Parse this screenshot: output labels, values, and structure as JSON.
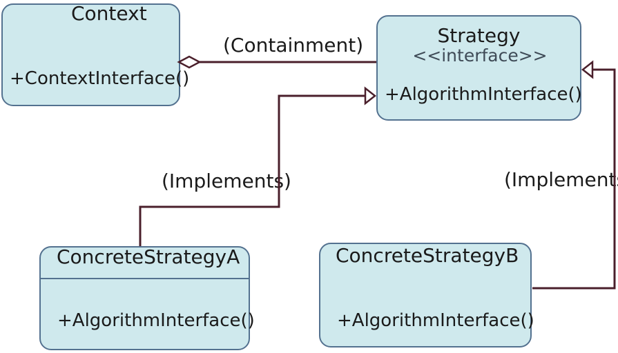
{
  "classes": [
    {
      "name": "Context",
      "stereotype": "",
      "method": "+ContextInterface()"
    },
    {
      "name": "Strategy",
      "stereotype": "<<interface>>",
      "method": "+AlgorithmInterface()"
    },
    {
      "name": "ConcreteStrategyA",
      "stereotype": "",
      "method": "+AlgorithmInterface()"
    },
    {
      "name": "ConcreteStrategyB",
      "stereotype": "",
      "method": "+AlgorithmInterface()"
    }
  ],
  "relationships": [
    {
      "label": "(Containment)",
      "type": "aggregation",
      "from": "Context",
      "to": "Strategy"
    },
    {
      "label": "(Implements)",
      "type": "realization",
      "from": "ConcreteStrategyA",
      "to": "Strategy"
    },
    {
      "label": "(Implements)",
      "type": "realization",
      "from": "ConcreteStrategyB",
      "to": "Strategy"
    }
  ],
  "colors": {
    "background": "#ffffff",
    "box_fill": "#cfe9ed",
    "box_border": "#53718f",
    "line": "#4a1f2b",
    "text": "#1a1a1a",
    "stereotype_text": "#3f4b57"
  }
}
